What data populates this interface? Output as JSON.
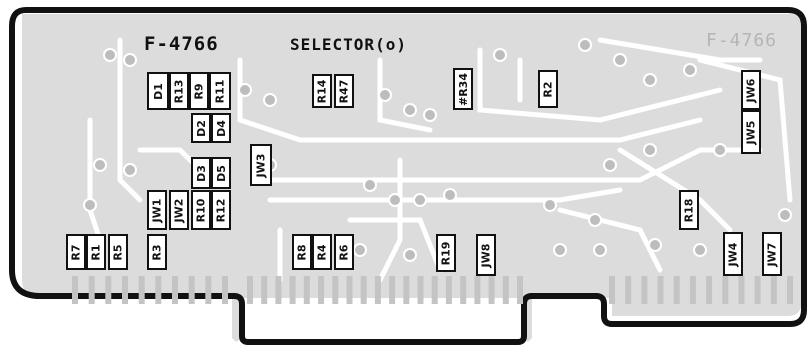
{
  "board": {
    "part_number": "F-4766",
    "name": "SELECTOR(o)",
    "corner_mark": "F-4766"
  },
  "components": [
    {
      "id": "D1",
      "label": "D1"
    },
    {
      "id": "R13",
      "label": "R13"
    },
    {
      "id": "R9",
      "label": "R9"
    },
    {
      "id": "R11",
      "label": "R11"
    },
    {
      "id": "D2",
      "label": "D2"
    },
    {
      "id": "D4",
      "label": "D4"
    },
    {
      "id": "D3",
      "label": "D3"
    },
    {
      "id": "D5",
      "label": "D5"
    },
    {
      "id": "JW1",
      "label": "JW1"
    },
    {
      "id": "JW2",
      "label": "JW2"
    },
    {
      "id": "R10",
      "label": "R10"
    },
    {
      "id": "R12",
      "label": "R12"
    },
    {
      "id": "R14",
      "label": "R14"
    },
    {
      "id": "R47",
      "label": "R47"
    },
    {
      "id": "R34",
      "label": "#R34"
    },
    {
      "id": "R2",
      "label": "R2"
    },
    {
      "id": "JW3",
      "label": "JW3"
    },
    {
      "id": "JW5",
      "label": "JW5"
    },
    {
      "id": "JW6",
      "label": "JW6"
    },
    {
      "id": "R18",
      "label": "R18"
    },
    {
      "id": "R7",
      "label": "R7"
    },
    {
      "id": "R1",
      "label": "R1"
    },
    {
      "id": "R5",
      "label": "R5"
    },
    {
      "id": "R3",
      "label": "R3"
    },
    {
      "id": "R8",
      "label": "R8"
    },
    {
      "id": "R4",
      "label": "R4"
    },
    {
      "id": "R6",
      "label": "R6"
    },
    {
      "id": "R19",
      "label": "R19"
    },
    {
      "id": "JW8",
      "label": "JW8"
    },
    {
      "id": "JW4",
      "label": "JW4"
    },
    {
      "id": "JW7",
      "label": "JW7"
    }
  ],
  "colors": {
    "outline": "#111111",
    "copper": "#d9d9d9",
    "trace": "#ffffff",
    "pad": "#bdbdbd"
  }
}
